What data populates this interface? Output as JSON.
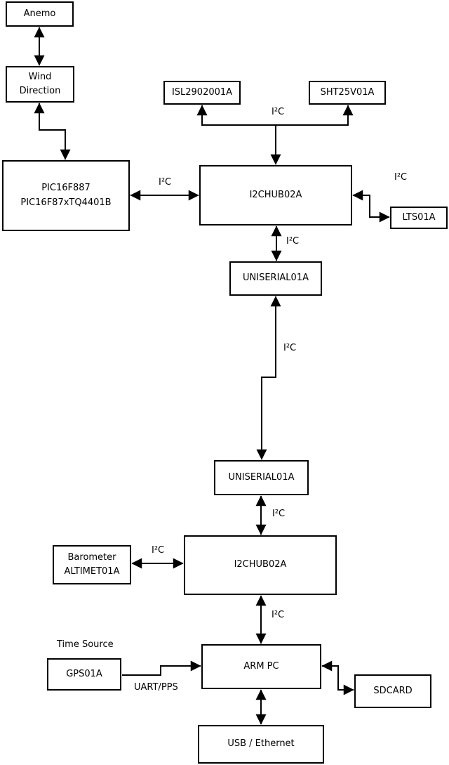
{
  "nodes": {
    "anemo": {
      "label": "Anemo"
    },
    "wind_direction": {
      "line1": "Wind",
      "line2": "Direction"
    },
    "pic": {
      "line1": "PIC16F887",
      "line2": "PIC16F87xTQ4401B"
    },
    "isl": {
      "label": "ISL2902001A"
    },
    "sht": {
      "label": "SHT25V01A"
    },
    "hub1": {
      "label": "I2CHUB02A"
    },
    "lts": {
      "label": "LTS01A"
    },
    "uniserial1": {
      "label": "UNISERIAL01A"
    },
    "uniserial2": {
      "label": "UNISERIAL01A"
    },
    "barometer": {
      "line1": "Barometer",
      "line2": "ALTIMET01A"
    },
    "hub2": {
      "label": "I2CHUB02A"
    },
    "arm_pc": {
      "label": "ARM PC"
    },
    "gps": {
      "label": "GPS01A"
    },
    "sdcard": {
      "label": "SDCARD"
    },
    "usb_ethernet": {
      "label": "USB / Ethernet"
    }
  },
  "edge_labels": {
    "sensors_i2c": "I²C",
    "pic_hub1_i2c": "I²C",
    "hub1_lts_i2c": "I²C",
    "hub1_uniserial1_i2c": "I²C",
    "uniserial_link_i2c": "I²C",
    "uniserial2_hub2_i2c": "I²C",
    "barometer_hub2_i2c": "I²C",
    "hub2_armpc_i2c": "I²C",
    "time_source": "Time Source",
    "gps_armpc_uart": "UART/PPS"
  },
  "colors": {
    "line": "#000000",
    "background": "#ffffff",
    "node_fill": "#ffffff",
    "text": "#000000"
  }
}
